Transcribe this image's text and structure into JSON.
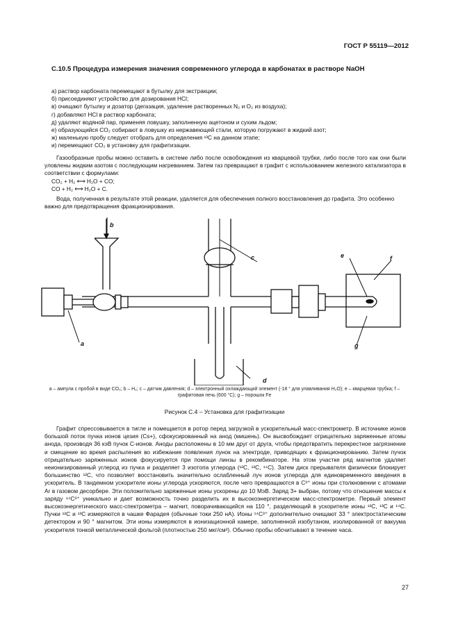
{
  "header": {
    "standard": "ГОСТ Р 55119—2012"
  },
  "section": {
    "title": "С.10.5 Процедура измерения значения современного углерода в карбонатах в растворе NaOH"
  },
  "steps": [
    "а) раствор карбоната перемещают в бутылку для экстракции;",
    "б) присоединяют устройство для дозирования HCl;",
    "в) очищают бутылку и дозатор (дегазация, удаление растворенных N₂ и O₂ из воздуха);",
    "г) добавляют HCl в раствор карбоната;",
    "д) удаляют водяной пар, применяя ловушку, заполненную ацетоном и сухим льдом;",
    "е) образующийся CO₂ собирают в ловушку из нержавеющей стали, которую погружают в жидкий азот;",
    "ж) маленькую пробу следует отобрать для определения ¹³C на данном этапе;",
    "и) перемещают CO₂ в установку для графитизации."
  ],
  "paragraph1": "Газообразные пробы можно оставить в системе либо после освобождения из кварцевой трубки, либо после того как они были уловлены жидким азотом с последующим нагреванием. Затем газ превращают в графит с использованием железного катализатора в соответствии с формулами:",
  "formulas": [
    "CO₂ + H₂ ⟷ H₂O + CO;",
    "CO + H₂ ⟷ H₂O + C."
  ],
  "paragraph2": "Вода, полученная в результате этой реакции, удаляется для обеспечения полного восстановления до графита. Это особенно важно для предотвращения фракционирования.",
  "figure": {
    "labels": {
      "a": "a",
      "b": "b",
      "c": "c",
      "d": "d",
      "e": "e",
      "f": "f",
      "g": "g"
    },
    "caption": "а – ампула с пробой в виде CO₂; b – H₂; c – датчик давления; d – электронный охлаждающий элемент (-18 ° для улавливания H₂O); e – кварцевая трубка; f – графитовая печь (600 °C); g – порошок Fe",
    "title": "Рисунок С.4 – Установка для графитизации"
  },
  "paragraph3": "Графит спрессовывается в тигле и помещается в ротор перед загрузкой в ускорительный масс-спектрометр. В источнике ионов большой поток пучка ионов цезия (Cs+), сфокусированный на анод (мишень). Он высвобождает отрицательно заряженные атомы анода, производя 36 кэВ пучок C-ионов. Аноды расположены в 10 мм друг от друга, чтобы предотвратить перекрестное загрязнение и смещение во время распыления во избежание появления лунок на электроде, приводящих к фракционированию. Затем пучок отрицательно заряженных ионов фокусируется при помощи линзы в рекомбинаторе. На этом участке ряд магнитов удаляет неионизированный углерод из пучка и разделяет 3 изотопа углерода (¹²C, ¹³C, ¹⁴C). Затем диск прерывателя физически блокирует большинство ¹²C, что позволяет восстановить значительно ослабленный луч ионов углерода для единовременного введения в ускоритель. В тандемном ускорителе ионы углерода ускоряются, после чего превращаются в C³⁺ ионы при столкновении с атомами Ar в газовом десорбере. Эти положительно заряженные ионы ускорены до 10 МэВ. Заряд 3+ выбран, потому что отношение массы к заряду ¹⁴C³⁺ уникально и дает возможность точно разделить их в высокоэнергетическом масс-спектрометре. Первый элемент высокоэнергетического масс-спектрометра – магнит, поворачивающийся на 110 °, разделяющий в ускорителе ионы ¹²C, ¹³C и ¹⁴C. Пучки ¹²C и ¹³C измеряются в чашке Фарадея (обычные токи 250 нА). Ионы ¹⁴C³⁺ дополнительно очищают 33 ° электростатическим детектором и 90 ° магнитом. Эти ионы измеряются в ионизационной камере, заполненной изобутаном, изолированной от вакуума ускорителя тонкой металлической фольгой (плотностью 250 мкг/см²). Обычно пробы обсчитывают в течение часа.",
  "page_number": "27"
}
